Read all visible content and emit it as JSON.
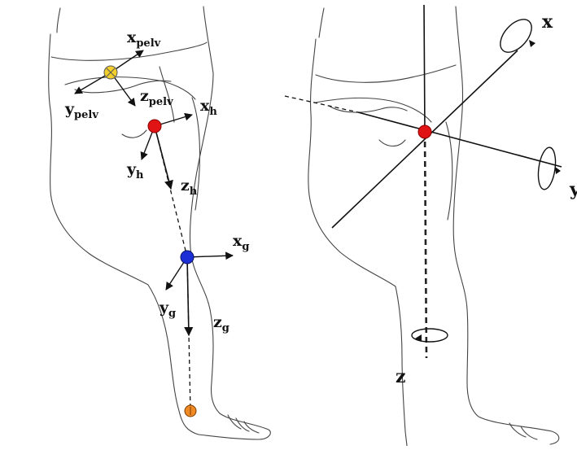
{
  "left_panel": {
    "labels": {
      "x_pelv": "x",
      "x_pelv_sub": "pelv",
      "y_pelv": "y",
      "y_pelv_sub": "pelv",
      "z_pelv": "z",
      "z_pelv_sub": "pelv",
      "x_h": "x",
      "x_h_sub": "h",
      "y_h": "y",
      "y_h_sub": "h",
      "z_h": "z",
      "z_h_sub": "h",
      "x_g": "x",
      "x_g_sub": "g",
      "y_g": "y",
      "y_g_sub": "g",
      "z_g": "z",
      "z_g_sub": "g"
    },
    "joint_colors": {
      "pelvis": "#f2cf2a",
      "hip": "#e01414",
      "knee": "#1c2fd6",
      "ankle": "#f08a24"
    }
  },
  "right_panel": {
    "labels": {
      "x": "x",
      "y": "y",
      "z": "z"
    },
    "joint_colors": {
      "hip": "#e01414"
    }
  }
}
